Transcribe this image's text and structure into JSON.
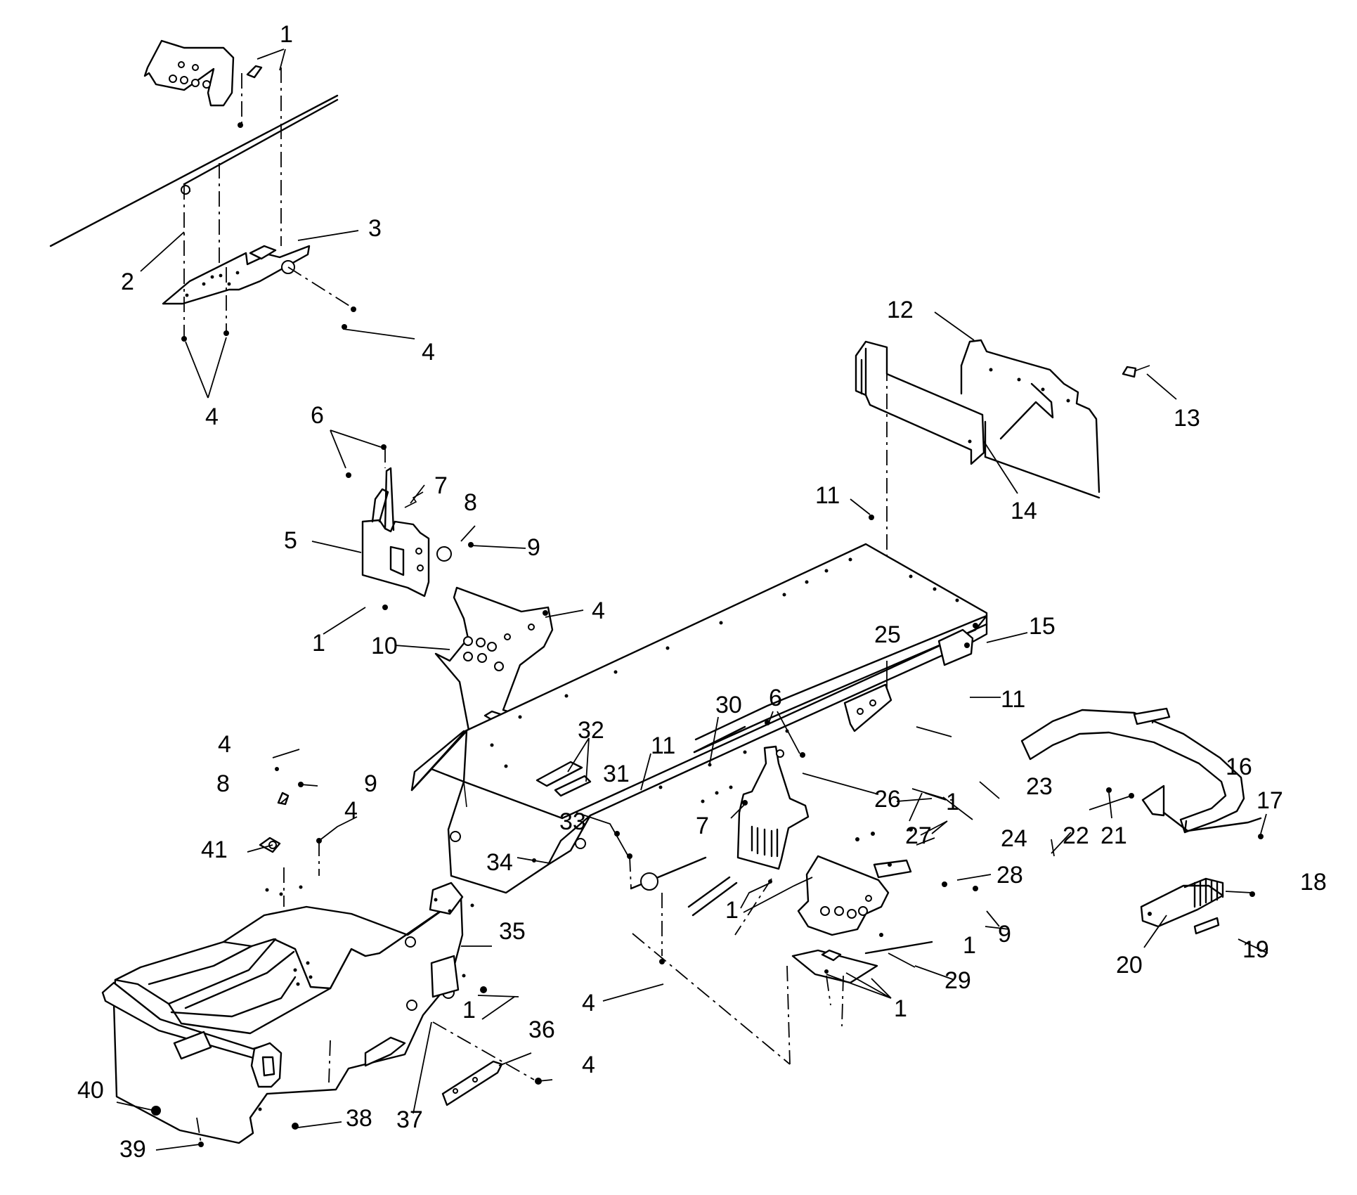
{
  "diagram": {
    "callouts": [
      {
        "n": "1"
      },
      {
        "n": "2"
      },
      {
        "n": "3"
      },
      {
        "n": "4"
      },
      {
        "n": "4"
      },
      {
        "n": "6"
      },
      {
        "n": "7"
      },
      {
        "n": "8"
      },
      {
        "n": "9"
      },
      {
        "n": "5"
      },
      {
        "n": "4"
      },
      {
        "n": "1"
      },
      {
        "n": "10"
      },
      {
        "n": "12"
      },
      {
        "n": "13"
      },
      {
        "n": "14"
      },
      {
        "n": "11"
      },
      {
        "n": "15"
      },
      {
        "n": "25"
      },
      {
        "n": "11"
      },
      {
        "n": "6"
      },
      {
        "n": "30"
      },
      {
        "n": "23"
      },
      {
        "n": "32"
      },
      {
        "n": "11"
      },
      {
        "n": "16"
      },
      {
        "n": "31"
      },
      {
        "n": "26"
      },
      {
        "n": "1"
      },
      {
        "n": "24"
      },
      {
        "n": "7"
      },
      {
        "n": "33"
      },
      {
        "n": "27"
      },
      {
        "n": "22"
      },
      {
        "n": "21"
      },
      {
        "n": "17"
      },
      {
        "n": "34"
      },
      {
        "n": "28"
      },
      {
        "n": "18"
      },
      {
        "n": "4"
      },
      {
        "n": "9"
      },
      {
        "n": "8"
      },
      {
        "n": "4"
      },
      {
        "n": "41"
      },
      {
        "n": "35"
      },
      {
        "n": "1"
      },
      {
        "n": "9"
      },
      {
        "n": "1"
      },
      {
        "n": "20"
      },
      {
        "n": "19"
      },
      {
        "n": "29"
      },
      {
        "n": "4"
      },
      {
        "n": "1"
      },
      {
        "n": "1"
      },
      {
        "n": "36"
      },
      {
        "n": "4"
      },
      {
        "n": "40"
      },
      {
        "n": "38"
      },
      {
        "n": "37"
      },
      {
        "n": "39"
      }
    ]
  }
}
